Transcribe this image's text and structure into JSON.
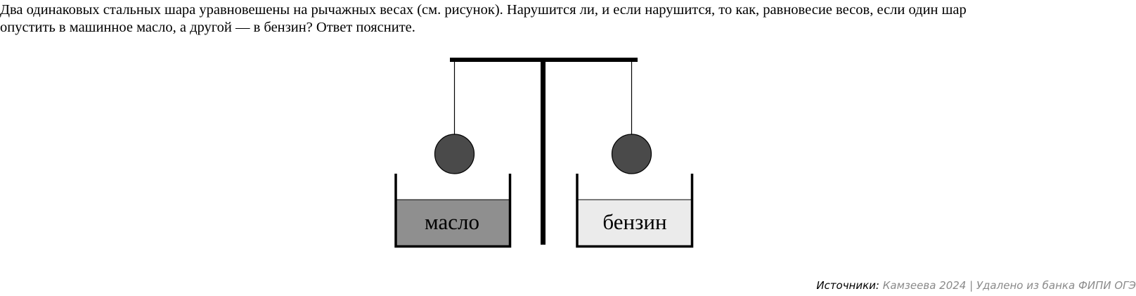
{
  "question": {
    "lines": [
      "Два одинаковых стальных шара уравновешены на рычажных весах (см. рисунок). Нарушится ли, и если нарушится, то как, равновесие весов, если один шар",
      "опустить в машинное масло, а другой — в бензин? Ответ поясните."
    ]
  },
  "figure": {
    "left_container": {
      "label": "масло",
      "fill": "#8f8f8f"
    },
    "right_container": {
      "label": "бензин",
      "fill": "#ebebeb"
    },
    "ball_color": "#4a4a4a"
  },
  "sources": {
    "label": "Источники:",
    "value": "Камзеева 2024 | Удалено из банка ФИПИ ОГЭ"
  }
}
